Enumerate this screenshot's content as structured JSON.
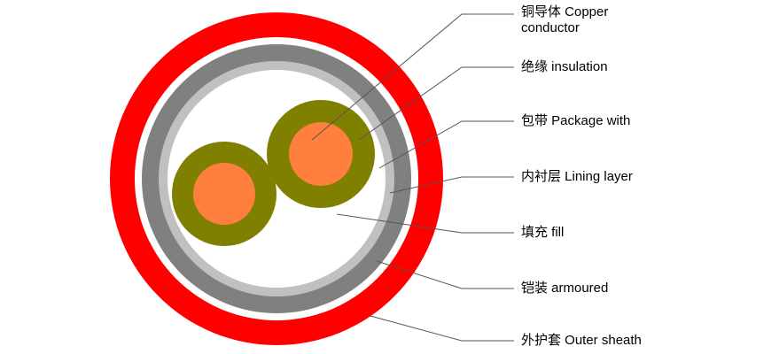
{
  "colors": {
    "outer_sheath": "#ff0000",
    "armour": "#808080",
    "package": "#c0c0c0",
    "fill": "#ffffff",
    "insulation": "#808000",
    "conductor": "#ff7f3f",
    "leader": "#555555"
  },
  "labels": [
    {
      "id": "copper-conductor",
      "text": "铜导体 Copper\nconductor"
    },
    {
      "id": "insulation",
      "text": "绝缘 insulation"
    },
    {
      "id": "package",
      "text": "包带 Package with"
    },
    {
      "id": "lining-layer",
      "text": "内衬层 Lining layer"
    },
    {
      "id": "fill",
      "text": "填充 fill"
    },
    {
      "id": "armoured",
      "text": "铠装 armoured"
    },
    {
      "id": "outer-sheath",
      "text": "外护套 Outer sheath"
    }
  ]
}
